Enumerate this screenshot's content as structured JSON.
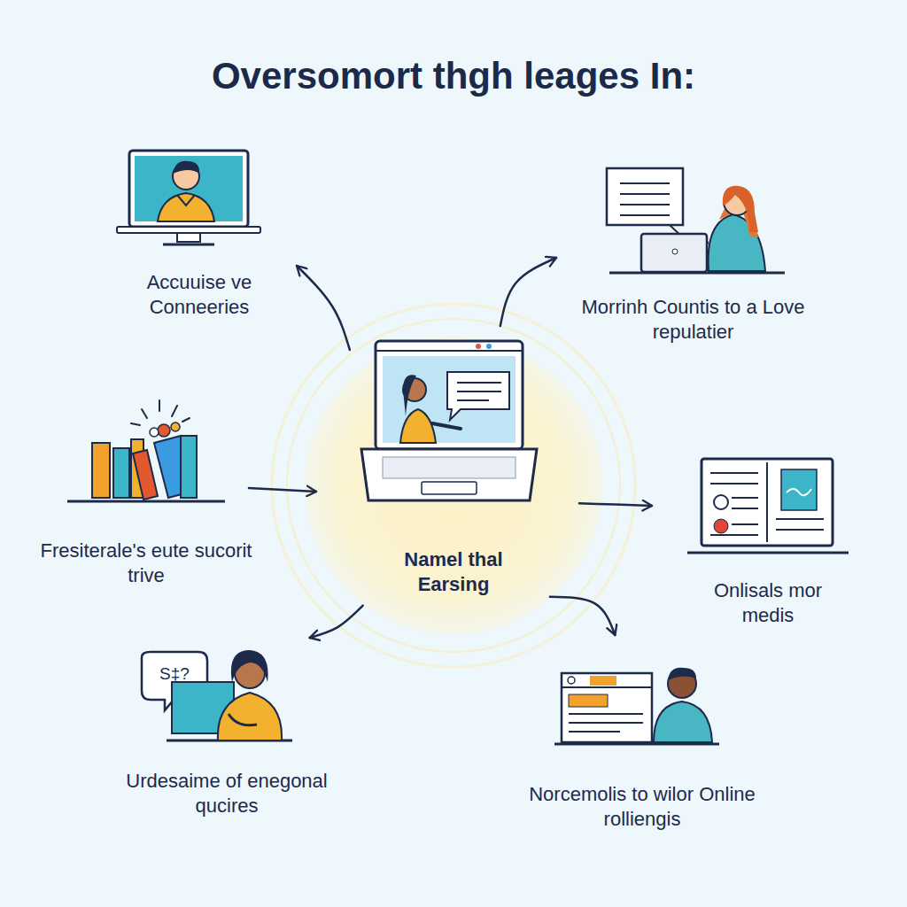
{
  "diagram": {
    "title": "Oversomort thgh leages In:",
    "nodes": [
      {
        "text": [
          "Namel thal Earsing"
        ]
      },
      {
        "text": [
          "Accuuise ve Conneeries"
        ]
      },
      {
        "text": [
          "Morrinh Countis to a Love repulatier"
        ]
      },
      {
        "text": [
          "Fresiterale's eute sucorit trive"
        ]
      },
      {
        "text": [
          "Onlisals mor medis"
        ]
      },
      {
        "text": [
          "Urdesaime of enegonal qucires"
        ]
      },
      {
        "text": [
          "Norcemolis to wilor Online rolliengis"
        ]
      }
    ],
    "edges": [
      {
        "from": 0,
        "to": 1,
        "arrow": "to"
      },
      {
        "from": 0,
        "to": 2,
        "arrow": "to"
      },
      {
        "from": 3,
        "to": 0,
        "arrow": "to"
      },
      {
        "from": 0,
        "to": 4,
        "arrow": "to"
      },
      {
        "from": 0,
        "to": 6,
        "arrow": "to"
      },
      {
        "from": 0,
        "to": 5,
        "arrow": "to"
      }
    ],
    "labels": [
      "S‡?"
    ]
  }
}
